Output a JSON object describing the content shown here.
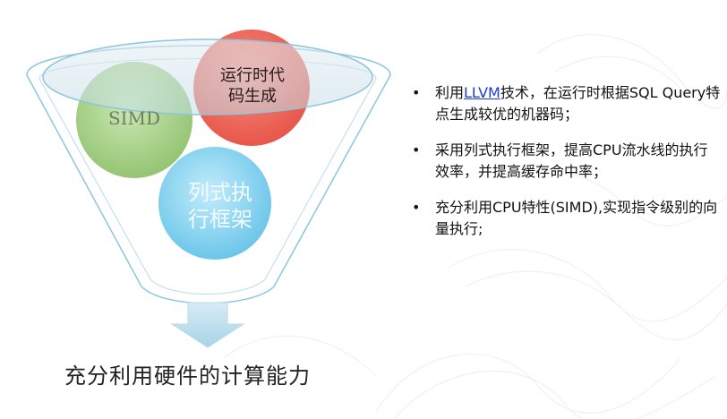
{
  "funnel": {
    "circles": [
      {
        "id": "simd",
        "label_lines": [
          "SIMD"
        ],
        "color": "#a9d38a"
      },
      {
        "id": "codegen",
        "label_lines": [
          "运行时代",
          "码生成"
        ],
        "color": "#f26b5e"
      },
      {
        "id": "columnar",
        "label_lines": [
          "列式执",
          "行框架"
        ],
        "color": "#8fd6ef"
      }
    ],
    "rim_color": "#cfe3ea",
    "outline_color": "#8cc6dc"
  },
  "caption": "充分利用硬件的计算能力",
  "bullets": [
    {
      "prefix": "利用",
      "link": "LLVM",
      "suffix": "技术，在运行时根据SQL Query特点生成较优的机器码；"
    },
    {
      "prefix": "采用列式执行框架，提高CPU流水线的执行效率，并提高缓存命中率；",
      "link": "",
      "suffix": ""
    },
    {
      "prefix": "充分利用CPU特性(SIMD),实现指令级别的向量执行;",
      "link": "",
      "suffix": ""
    }
  ],
  "bullet_symbol": "•"
}
